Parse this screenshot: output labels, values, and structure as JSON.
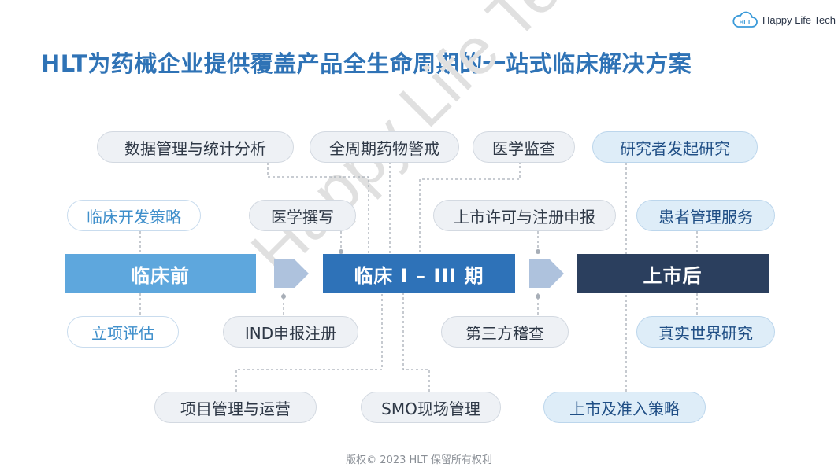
{
  "brand": {
    "name": "Happy Life Tech",
    "logo_mark": "HLT"
  },
  "title": "HLT为药械企业提供覆盖产品全生命周期的一站式临床解决方案",
  "phases": {
    "pre": {
      "label": "临床前",
      "color": "#5ea7dd"
    },
    "trial": {
      "label": "临床 I – III 期",
      "color": "#2e72b8"
    },
    "post": {
      "label": "上市后",
      "color": "#2b3f5e"
    }
  },
  "services": {
    "data_mgmt": "数据管理与统计分析",
    "pv": "全周期药物警戒",
    "monitor": "医学监查",
    "iit": "研究者发起研究",
    "strategy": "临床开发策略",
    "writing": "医学撰写",
    "mah": "上市许可与注册申报",
    "patient": "患者管理服务",
    "feasibility": "立项评估",
    "ind": "IND申报注册",
    "audit": "第三方稽查",
    "rwe": "真实世界研究",
    "pm": "项目管理与运营",
    "smo": "SMO现场管理",
    "market": "上市及准入策略"
  },
  "watermark": "Happy Life Tech",
  "footer": "版权© 2023 HLT 保留所有权利",
  "colors": {
    "title": "#2f73b6",
    "arrow": "#aec2dd",
    "connector": "#a7aeb7"
  }
}
